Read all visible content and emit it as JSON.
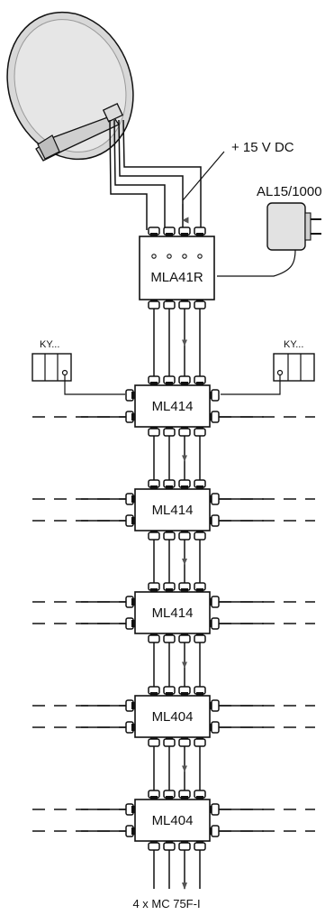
{
  "supply_label": "+ 15 V DC",
  "psu_label": "AL15/1000",
  "ky_left_label": "KY...",
  "ky_right_label": "KY...",
  "modules": [
    {
      "id": "mla",
      "label": "MLA41R"
    },
    {
      "id": "m1",
      "label": "ML414"
    },
    {
      "id": "m2",
      "label": "ML414"
    },
    {
      "id": "m3",
      "label": "ML414"
    },
    {
      "id": "m4",
      "label": "ML404"
    },
    {
      "id": "m5",
      "label": "ML404"
    }
  ],
  "bottom_label": "4 x MC 75F-I"
}
